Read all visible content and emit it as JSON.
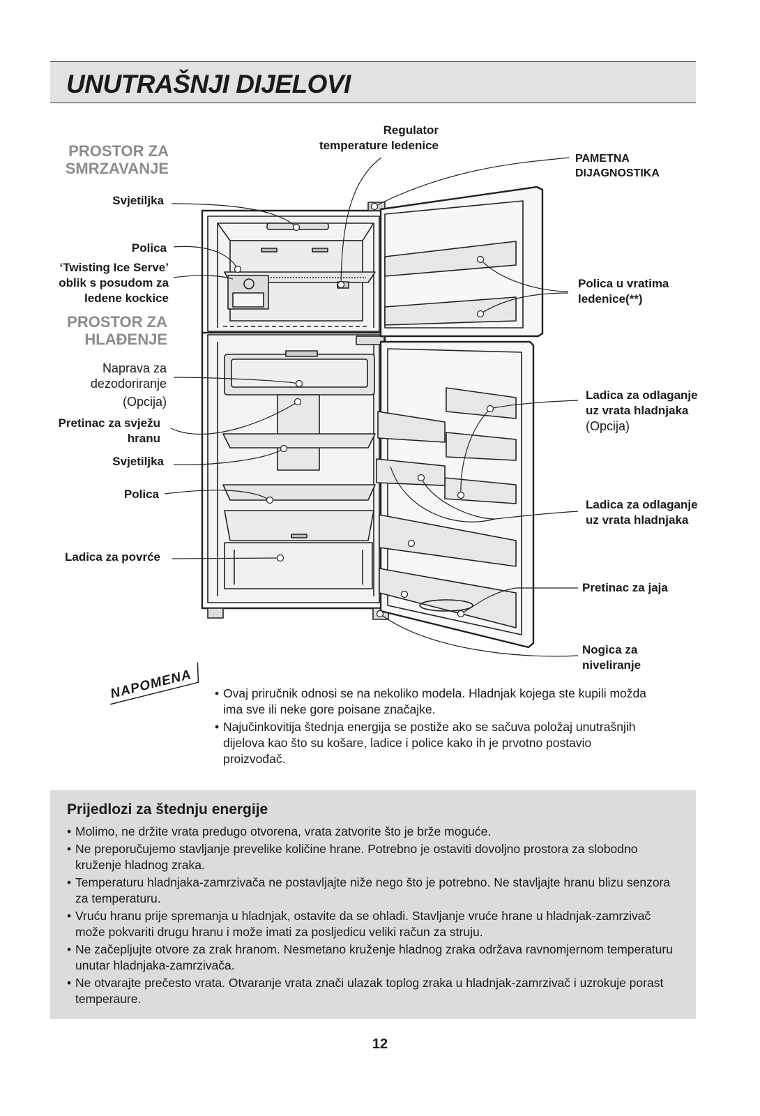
{
  "header": {
    "title": "UNUTRAŠNJI DIJELOVI"
  },
  "diagram": {
    "sections": {
      "freezer": [
        "PROSTOR ZA",
        "SMRZAVANJE"
      ],
      "fridge": [
        "PROSTOR ZA",
        "HLAĐENJE"
      ]
    },
    "labels": {
      "regulator": [
        "Regulator",
        "temperature ledenice"
      ],
      "diagnostics": [
        "PAMETNA",
        "DIJAGNOSTIKA"
      ],
      "lamp_freezer": "Svjetiljka",
      "shelf_freezer": "Polica",
      "ice_serve": [
        "‘Twisting Ice Serve’",
        "oblik s posudom za",
        "ledene kockice"
      ],
      "freezer_door_shelf": [
        "Polica u vratima",
        "ledenice(**)"
      ],
      "deodorizer": [
        "Naprava za",
        "dezodoriranje",
        "(Opcija)"
      ],
      "fresh_food": [
        "Pretinac za svježu",
        "hranu"
      ],
      "lamp_fridge": "Svjetiljka",
      "shelf_fridge": "Polica",
      "vegetable_drawer": "Ladica za povrće",
      "door_bin_optional": [
        "Ladica za odlaganje",
        "uz vrata hladnjaka",
        "(Opcija)"
      ],
      "door_bin": [
        "Ladica za odlaganje",
        "uz vrata hladnjaka"
      ],
      "egg_tray": "Pretinac za jaja",
      "leveling_foot": [
        "Nogica za",
        "niveliranje"
      ]
    }
  },
  "note": {
    "badge": "NAPOMENA",
    "items": [
      "Ovaj priručnik odnosi se na nekoliko modela. Hladnjak kojega ste kupili možda ima sve ili neke gore poisane značajke.",
      "Najučinkovitija štednja energija se postiže ako se sačuva položaj unutrašnjih dijelova kao što su košare, ladice i police kako ih je prvotno postavio proizvođač."
    ]
  },
  "tips": {
    "title": "Prijedlozi za štednju energije",
    "items": [
      "Molimo, ne držite vrata predugo otvorena, vrata zatvorite što je brže moguće.",
      "Ne preporučujemo stavljanje prevelike količine hrane. Potrebno je ostaviti dovoljno prostora za slobodno kruženje hladnog zraka.",
      "Temperaturu hladnjaka-zamrzivača ne postavljajte niže nego što je potrebno. Ne stavljajte hranu blizu senzora za temperaturu.",
      "Vruću hranu prije spremanja u hladnjak, ostavite da se ohladi. Stavljanje vruće hrane u hladnjak-zamrzivač može pokvariti drugu hranu i može imati za posljedicu veliki račun za struju.",
      "Ne začepljujte otvore za zrak hranom. Nesmetano kruženje hladnog zraka održava ravnomjernom temperaturu unutar hladnjaka-zamrzivača.",
      "Ne otvarajte prečesto vrata. Otvaranje vrata znači ulazak toplog zraka u hladnjak-zamrzivač i uzrokuje porast temperaure."
    ]
  },
  "page_number": "12"
}
